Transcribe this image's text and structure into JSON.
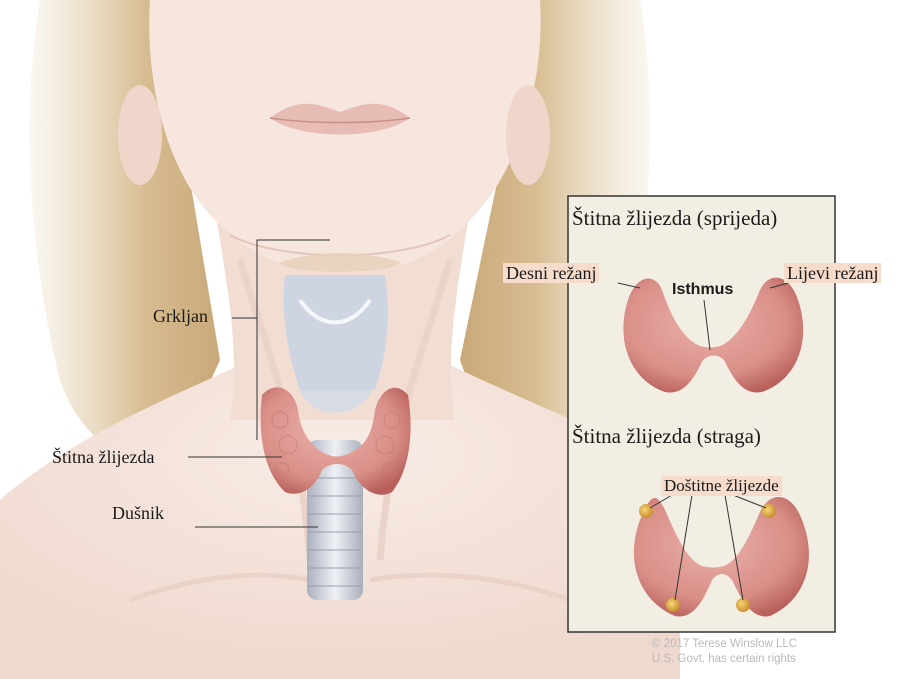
{
  "labels": {
    "larynx": "Grkljan",
    "thyroid": "Štitna žlijezda",
    "trachea": "Dušnik"
  },
  "inset": {
    "front_title": "Štitna žlijezda (sprijeda)",
    "right_lobe": "Desni režanj",
    "isthmus": "Isthmus",
    "left_lobe": "Lijevi režanj",
    "back_title": "Štitna žlijezda (straga)",
    "parathyroid": "Doštitne  žlijezde"
  },
  "credit": {
    "line1": "© 2017 Terese Winslow LLC",
    "line2": "U.S. Govt. has certain rights"
  },
  "colors": {
    "skin": "#f4e4dc",
    "hair": "#d9c29c",
    "gland": "#d98f88",
    "gland_dark": "#b9605c",
    "parathyroid": "#e2b24a",
    "trachea": "#c9cdd6",
    "inset_bg": "#f3eee4",
    "label_highlight": "#f7dccb"
  }
}
